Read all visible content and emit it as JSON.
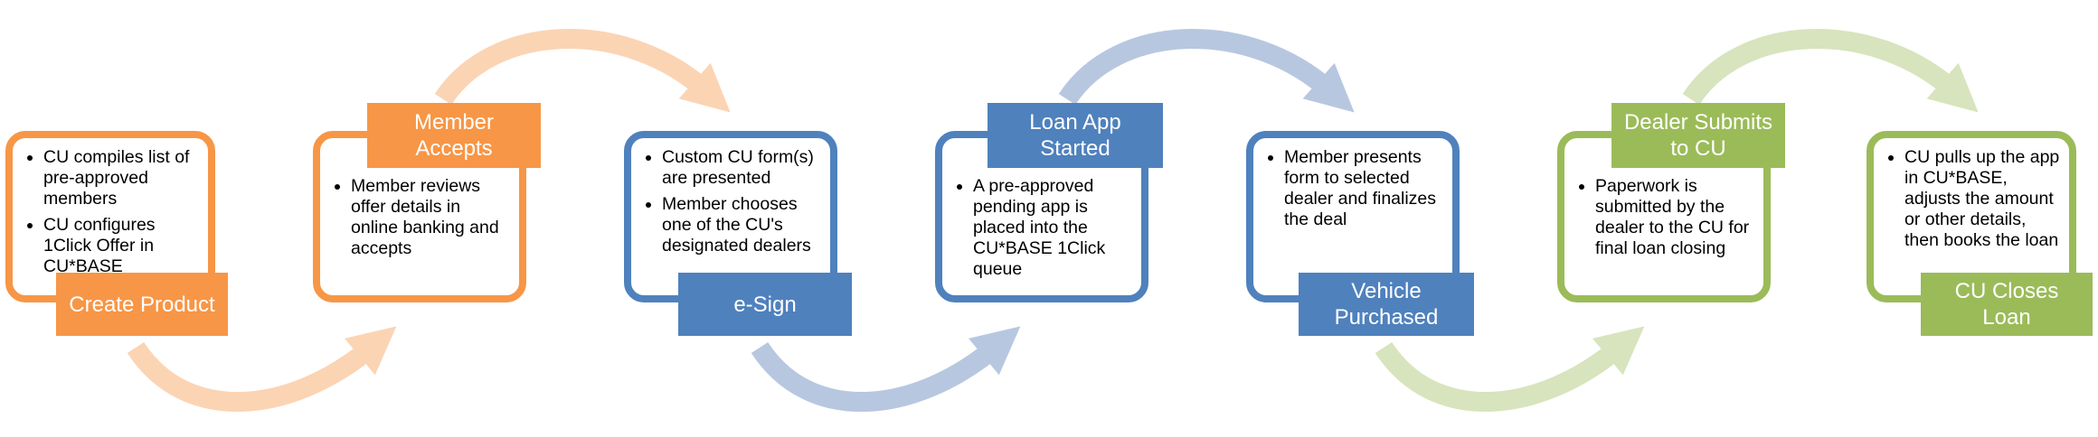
{
  "colors": {
    "orange": "#F79646",
    "orange_light": "#FBD4B4",
    "blue": "#4F81BD",
    "blue_light": "#B8C7E0",
    "green": "#9BBB59",
    "green_light": "#D7E4BD"
  },
  "steps": [
    {
      "id": "create-product",
      "label": "Create Product",
      "color": "orange",
      "bullets": [
        "CU compiles list of pre-approved members",
        "CU configures 1Click Offer in CU*BASE"
      ]
    },
    {
      "id": "member-accepts",
      "label": "Member Accepts",
      "color": "orange",
      "bullets": [
        "Member reviews offer details in online banking and accepts"
      ]
    },
    {
      "id": "e-sign",
      "label": "e-Sign",
      "color": "blue",
      "bullets": [
        "Custom CU form(s) are presented",
        "Member chooses one of the CU's designated dealers"
      ]
    },
    {
      "id": "loan-app-started",
      "label": "Loan App Started",
      "color": "blue",
      "bullets": [
        "A pre-approved pending app is placed into the CU*BASE 1Click queue"
      ]
    },
    {
      "id": "vehicle-purchased",
      "label": "Vehicle Purchased",
      "color": "blue",
      "bullets": [
        "Member presents form to selected dealer and finalizes the deal"
      ]
    },
    {
      "id": "dealer-submits",
      "label": "Dealer Submits to CU",
      "color": "green",
      "bullets": [
        "Paperwork is submitted by the dealer to the CU for final loan closing"
      ]
    },
    {
      "id": "cu-closes-loan",
      "label": "CU Closes Loan",
      "color": "green",
      "bullets": [
        "CU pulls up the app in CU*BASE, adjusts the amount or other details, then books the loan"
      ]
    }
  ],
  "connectors": [
    {
      "from": "create-product",
      "to": "member-accepts",
      "color": "orange_light"
    },
    {
      "from": "member-accepts",
      "to": "e-sign",
      "color": "orange_light"
    },
    {
      "from": "e-sign",
      "to": "loan-app-started",
      "color": "blue_light"
    },
    {
      "from": "loan-app-started",
      "to": "vehicle-purchased",
      "color": "blue_light"
    },
    {
      "from": "vehicle-purchased",
      "to": "dealer-submits",
      "color": "green_light"
    },
    {
      "from": "dealer-submits",
      "to": "cu-closes-loan",
      "color": "green_light"
    }
  ]
}
